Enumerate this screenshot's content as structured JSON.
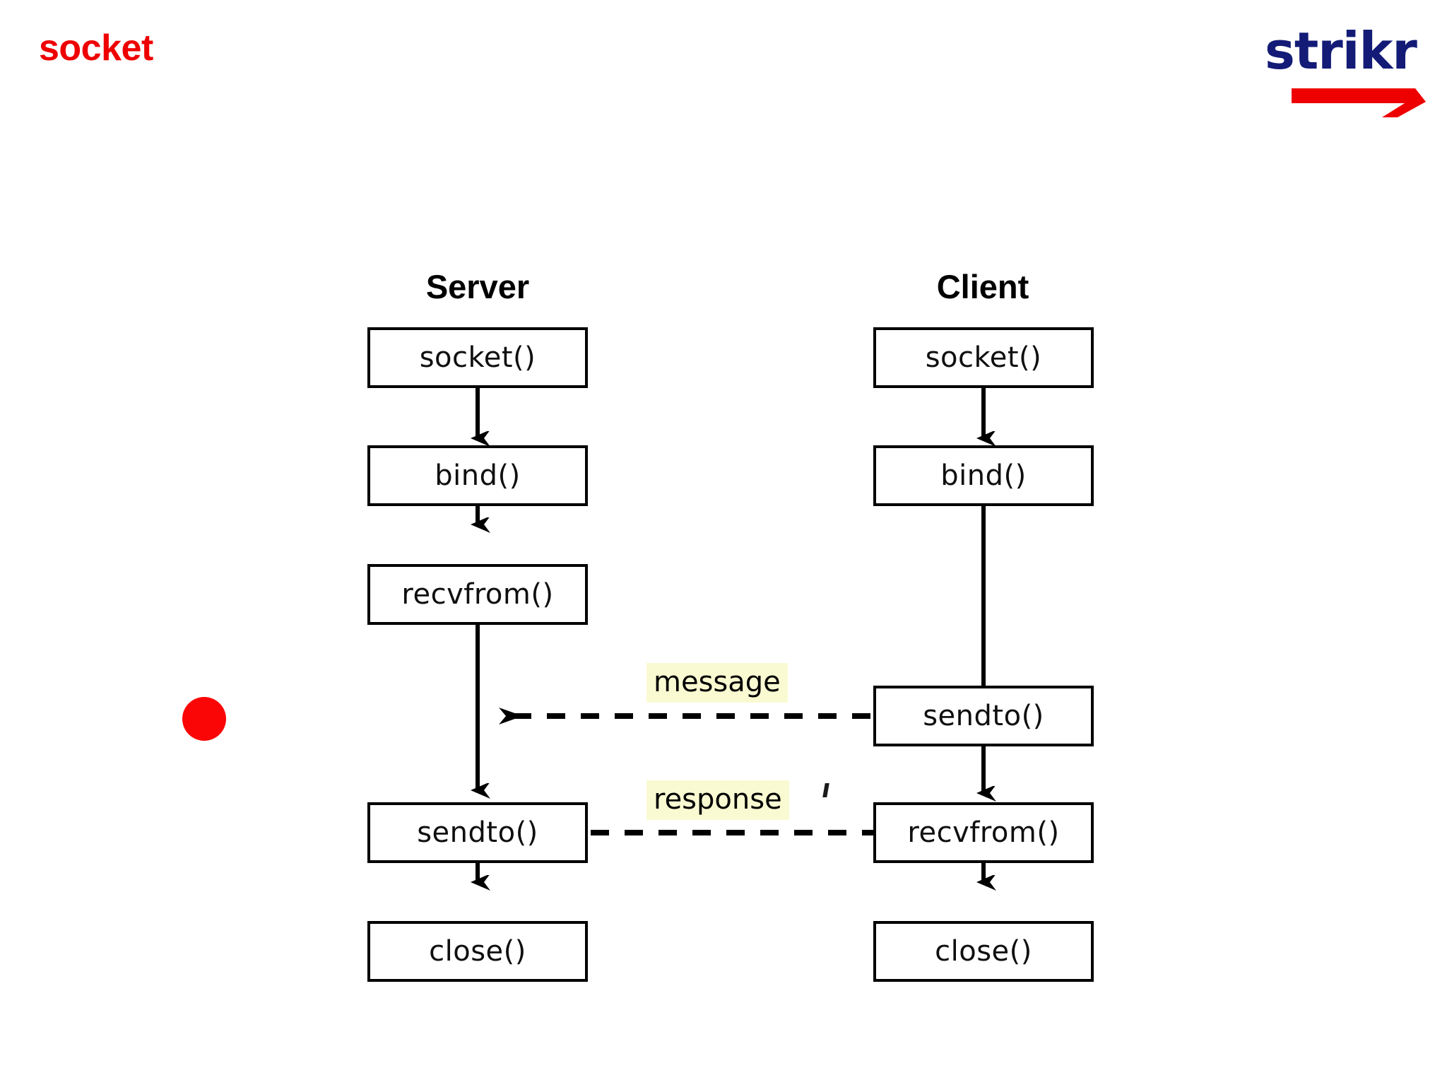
{
  "slide": {
    "title": "socket",
    "title_color": "#ee0000",
    "background": "#ffffff"
  },
  "brand": {
    "wordmark": "strikr",
    "wordmark_color": "#131b77",
    "swoosh_icon": "red-arrow-swoosh",
    "swoosh_color": "#ee0000"
  },
  "bullet": {
    "marker_icon": "red-bullet-dot",
    "color": "#fb0606"
  },
  "diagram": {
    "type": "udp-socket-sequence-flowchart",
    "columns": [
      {
        "id": "server",
        "header": "Server",
        "steps": [
          {
            "label": "socket()"
          },
          {
            "label": "bind()"
          },
          {
            "label": "recvfrom()"
          },
          {
            "label": "sendto()"
          },
          {
            "label": "close()"
          }
        ]
      },
      {
        "id": "client",
        "header": "Client",
        "steps": [
          {
            "label": "socket()"
          },
          {
            "label": "bind()"
          },
          {
            "label": "sendto()"
          },
          {
            "label": "recvfrom()"
          },
          {
            "label": "close()"
          }
        ]
      }
    ],
    "messages": [
      {
        "id": "message",
        "label": "message",
        "from": "client.sendto()",
        "to": "server.recvfrom()",
        "direction": "right-to-left",
        "style": "dashed",
        "highlight_color": "#fafad2"
      },
      {
        "id": "response",
        "label": "response",
        "from": "server.sendto()",
        "to": "client.recvfrom()",
        "direction": "left-to-right",
        "style": "dashed",
        "highlight_color": "#fafad2"
      }
    ]
  }
}
